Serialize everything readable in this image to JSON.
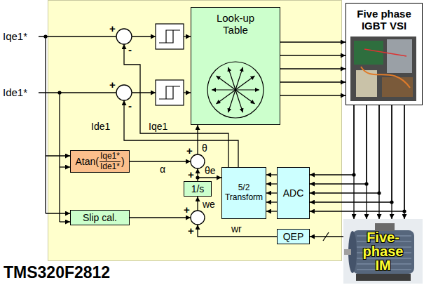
{
  "diagram": {
    "nodes": [
      {
        "text": [
          "TMS320F2812"
        ]
      },
      {
        "text": [
          "Look-up Table"
        ],
        "in": 0
      },
      {
        "text": [
          "Five phase IGBT VSI"
        ]
      },
      {
        "text": [
          "Atan(",
          "Iqe1*",
          "Ide1*",
          ")"
        ],
        "in": 0
      },
      {
        "text": [
          "1/s"
        ],
        "in": 0
      },
      {
        "text": [
          "5/2 Transform"
        ],
        "in": 0
      },
      {
        "text": [
          "ADC"
        ],
        "in": 0
      },
      {
        "text": [
          "Slip cal."
        ],
        "in": 0
      },
      {
        "text": [
          "QEP"
        ],
        "in": 0
      },
      {
        "text": [
          "Five- phase IM"
        ]
      }
    ],
    "edges": [
      {
        "from": 1,
        "to": 2,
        "arrow": "to"
      },
      {
        "from": 1,
        "to": 2,
        "arrow": "to"
      },
      {
        "from": 1,
        "to": 2,
        "arrow": "to"
      },
      {
        "from": 1,
        "to": 2,
        "arrow": "to"
      },
      {
        "from": 1,
        "to": 2,
        "arrow": "to"
      },
      {
        "from": 2,
        "to": 9,
        "arrow": "to"
      },
      {
        "from": 2,
        "to": 9,
        "arrow": "to"
      },
      {
        "from": 2,
        "to": 9,
        "arrow": "to"
      },
      {
        "from": 2,
        "to": 9,
        "arrow": "to"
      },
      {
        "from": 2,
        "to": 9,
        "arrow": "to"
      },
      {
        "from": 2,
        "to": 6,
        "arrow": "to"
      },
      {
        "from": 2,
        "to": 6,
        "arrow": "to"
      },
      {
        "from": 2,
        "to": 6,
        "arrow": "to"
      },
      {
        "from": 2,
        "to": 6,
        "arrow": "to"
      },
      {
        "from": 2,
        "to": 6,
        "arrow": "to"
      },
      {
        "from": 6,
        "to": 5,
        "arrow": "to"
      },
      {
        "from": 6,
        "to": 5,
        "arrow": "to"
      },
      {
        "from": 6,
        "to": 5,
        "arrow": "to"
      },
      {
        "from": 6,
        "to": 5,
        "arrow": "to"
      },
      {
        "from": 6,
        "to": 5,
        "arrow": "to"
      },
      {
        "from": 9,
        "to": 8,
        "arrow": "to"
      }
    ],
    "labels": [
      "Iqe1*",
      "Ide1*",
      "+",
      "-",
      "+",
      "-",
      "Iqe1",
      "Ide1",
      "α",
      "θ",
      "+",
      "θe",
      "+",
      "we",
      "+",
      "+",
      "wr"
    ]
  }
}
